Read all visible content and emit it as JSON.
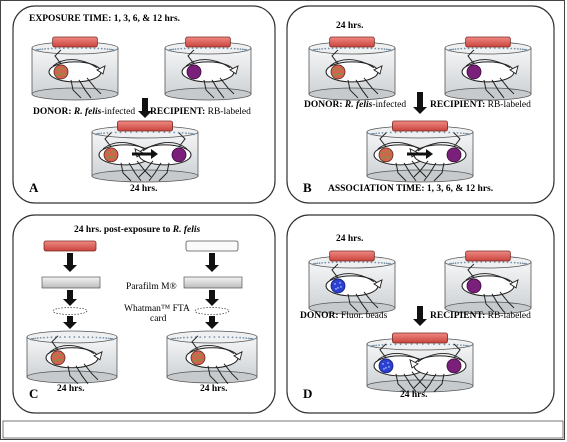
{
  "panelA": {
    "header": "EXPOSURE TIME: 1, 3, 6, & 12 hrs.",
    "donor_bold": "DONOR:",
    "donor_italic": "R. felis",
    "donor_rest": "-infected",
    "recipient_bold": "RECIPIENT:",
    "recipient_rest": " RB-labeled",
    "time": "24 hrs.",
    "letter": "A"
  },
  "panelB": {
    "header": "24 hrs.",
    "donor_bold": "DONOR:",
    "donor_italic": "R. felis",
    "donor_rest": "-infected",
    "recipient_bold": "RECIPIENT:",
    "recipient_rest": " RB-labeled",
    "association": "ASSOCIATION TIME: 1, 3, 6, & 12 hrs.",
    "letter": "B"
  },
  "panelC": {
    "header_pre": "24 hrs. post-exposure to ",
    "header_italic": "R. felis",
    "parafilm": "Parafilm M®",
    "whatman_1": "Whatman™ FTA",
    "whatman_2": "card",
    "time_left": "24 hrs.",
    "time_right": "24 hrs.",
    "letter": "C"
  },
  "panelD": {
    "header": "24 hrs.",
    "donor_bold": "DONOR:",
    "donor_rest": " Fluor. beads",
    "recipient_bold": "RECIPIENT:",
    "recipient_rest": " RB-labeled",
    "time": "24 hrs.",
    "letter": "D"
  },
  "colors": {
    "feeder": "#e0655e",
    "infected_gut": "#d5624f",
    "infected_spots": "#6ba03f",
    "rb_gut": "#7a1f7a",
    "bead_gut": "#2b3fd1",
    "container": "#e4e6e8",
    "mesh": "#7a93a8"
  }
}
